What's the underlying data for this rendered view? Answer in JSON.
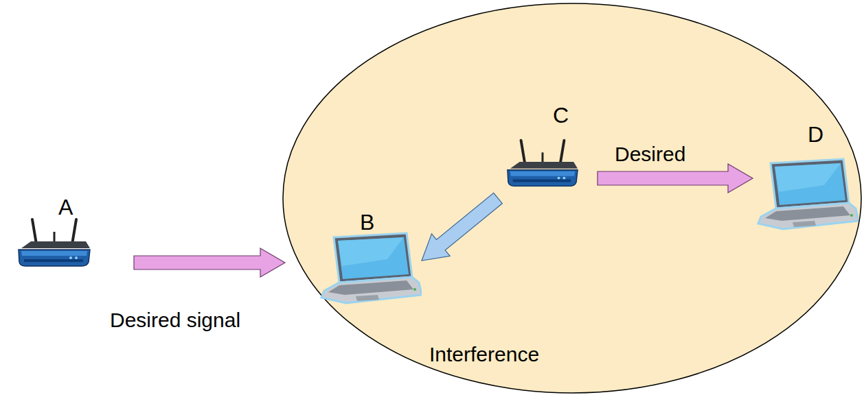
{
  "diagram": {
    "nodes": [
      {
        "text": [
          "A"
        ]
      },
      {
        "text": [
          "B"
        ]
      },
      {
        "text": [
          "C"
        ]
      },
      {
        "text": [
          "D"
        ]
      }
    ],
    "edges": [
      {
        "from": 0,
        "to": 1,
        "arrow": "to",
        "label": "Desired signal"
      },
      {
        "from": 2,
        "to": 1,
        "arrow": "to",
        "label": "Interference"
      },
      {
        "from": 2,
        "to": 3,
        "arrow": "to",
        "label": "Desired"
      }
    ]
  }
}
